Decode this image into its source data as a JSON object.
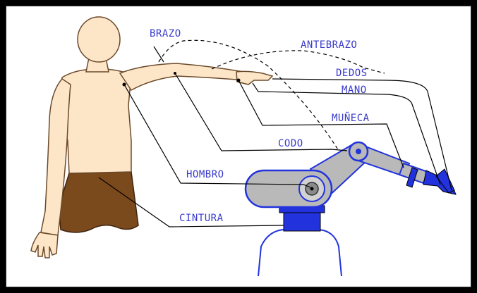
{
  "labels": {
    "brazo": "BRAZO",
    "antebrazo": "ANTEBRAZO",
    "dedos": "DEDOS",
    "mano": "MANO",
    "muneca": "MUÑECA",
    "codo": "CODO",
    "hombro": "HOMBRO",
    "cintura": "CINTURA"
  },
  "colors": {
    "label_text": "#3a3acc",
    "skin": "#fde6c8",
    "skin_outline": "#6b4a2a",
    "pants": "#7a4a1c",
    "robot_blue": "#2233dd",
    "robot_gray": "#b9b9b9",
    "leader_line": "#000000"
  }
}
